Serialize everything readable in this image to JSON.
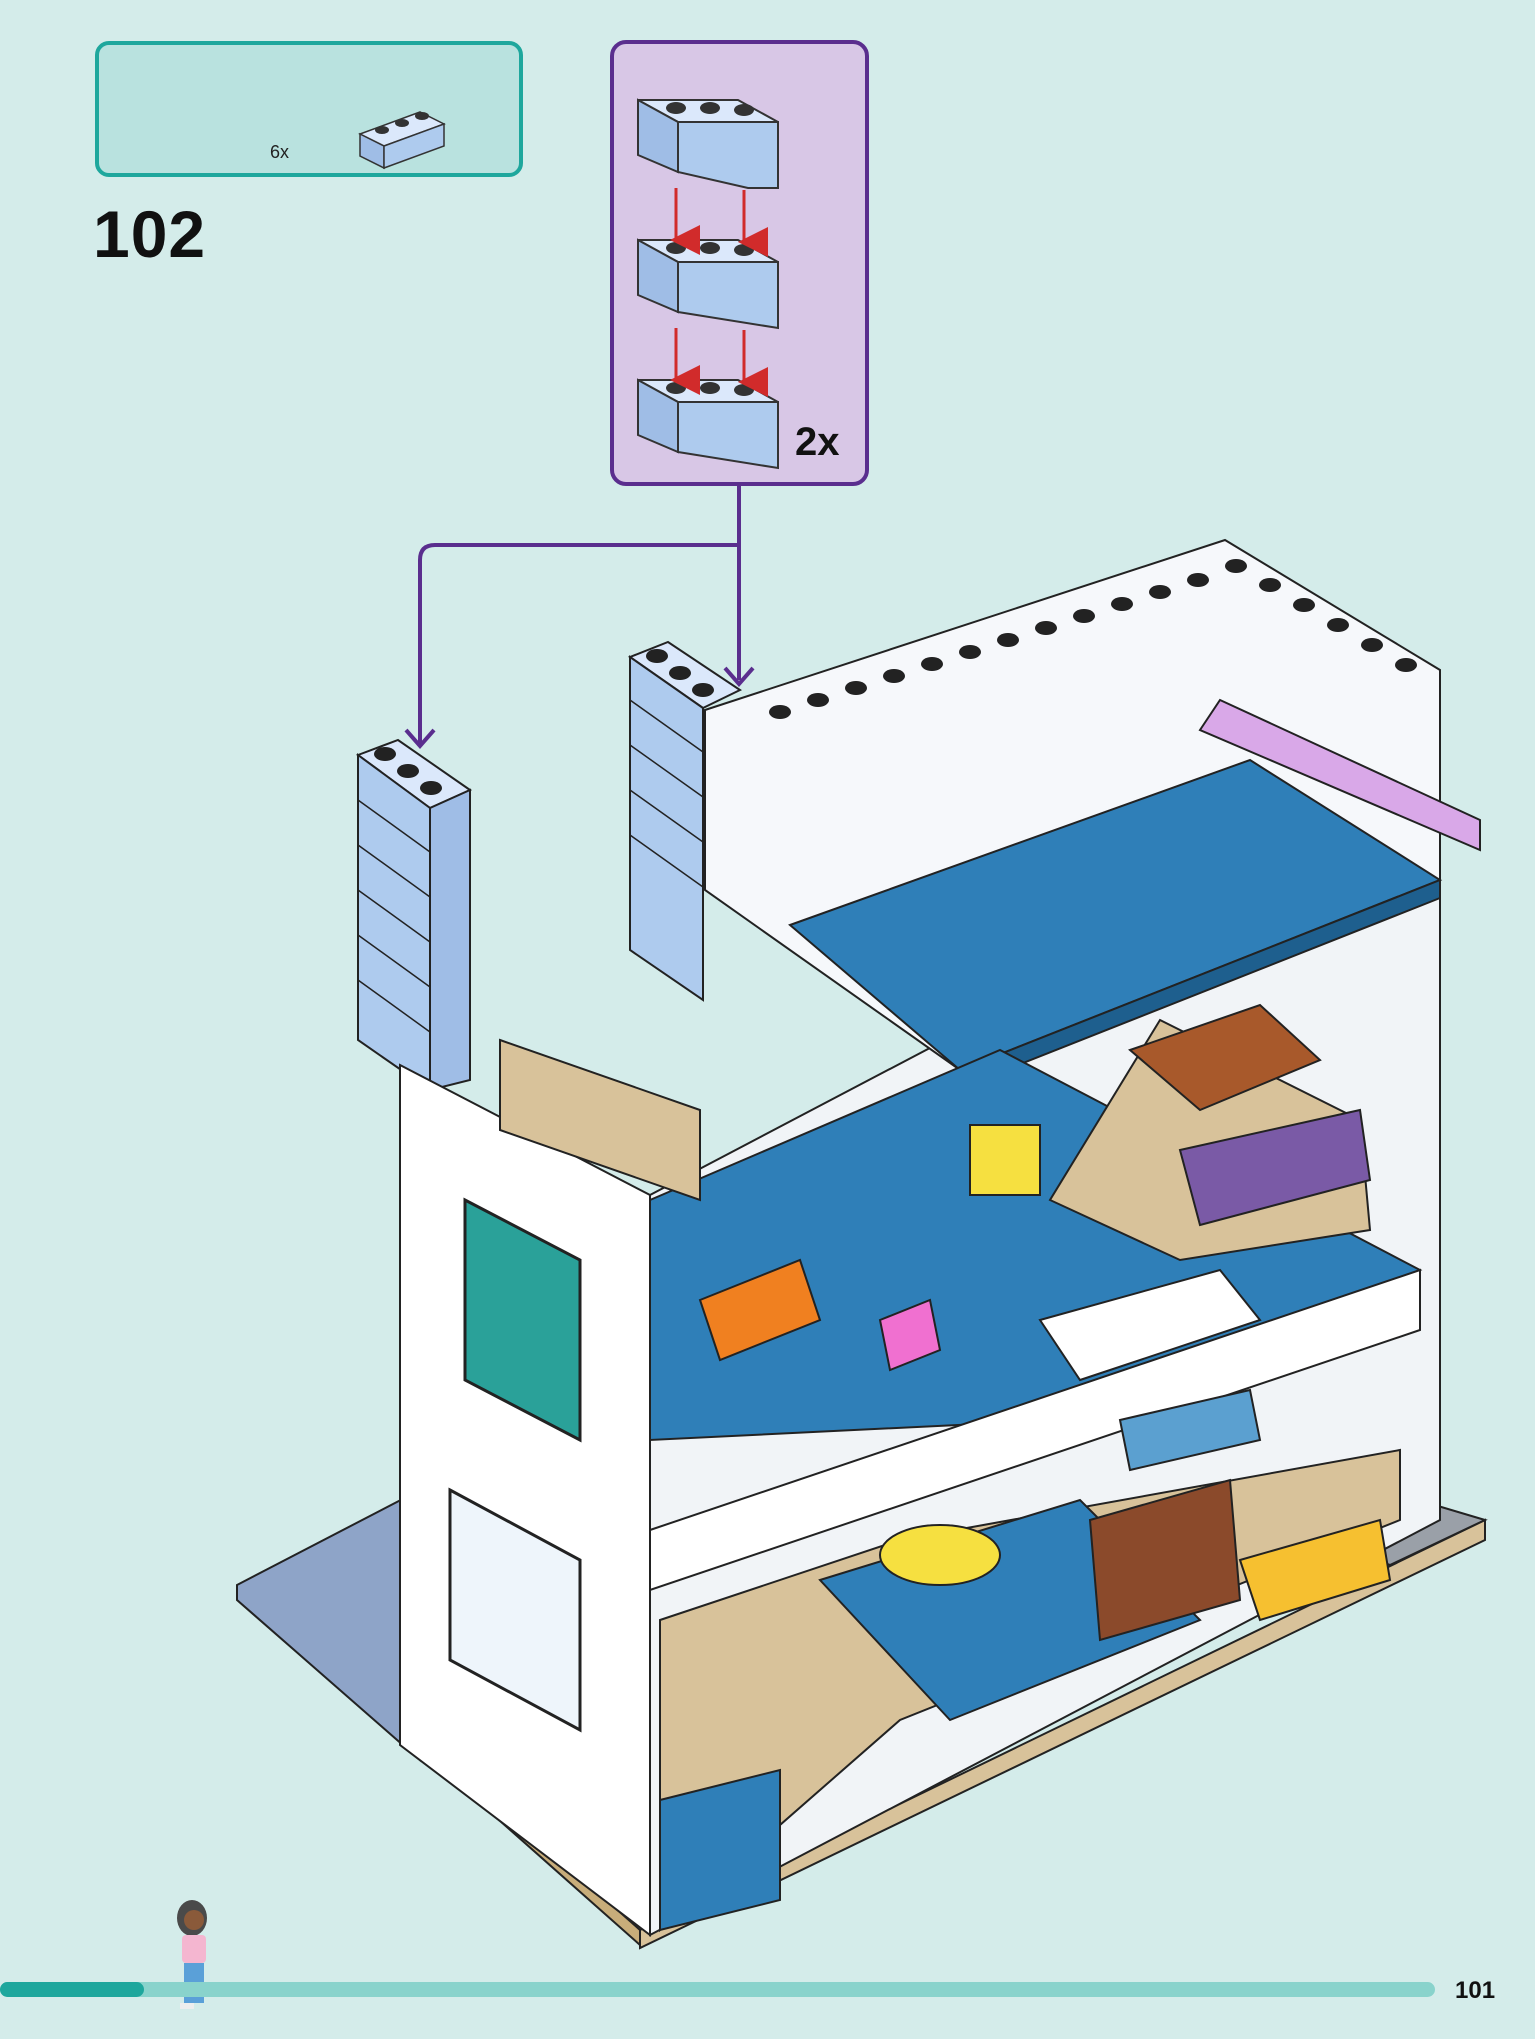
{
  "parts_list": {
    "quantity": "6x",
    "part_color": "#aecbee"
  },
  "step": {
    "number": "102"
  },
  "submodel": {
    "multiplier": "2x",
    "brick_color": "#aecbee",
    "arrow_color": "#d12b2b"
  },
  "progress": {
    "fraction": 0.1
  },
  "page": {
    "number": "101"
  },
  "colors": {
    "background": "#d4ecea",
    "parts_border": "#1ea79d",
    "parts_fill": "#b9e2df",
    "callout_border": "#5a2e8e",
    "callout_fill": "#d8c7e6",
    "progress_track": "#89d3cc",
    "progress_fill": "#1ea79d",
    "light_blue": "#aecbee",
    "blue_plate": "#2f7fb8",
    "white": "#ffffff",
    "tan": "#d8c29a",
    "lavender": "#d9a8e8"
  },
  "icons": {
    "parts_brick": "brick-1x3-icon",
    "model": "lego-house-model",
    "minifigure": "minifigure-icon"
  }
}
